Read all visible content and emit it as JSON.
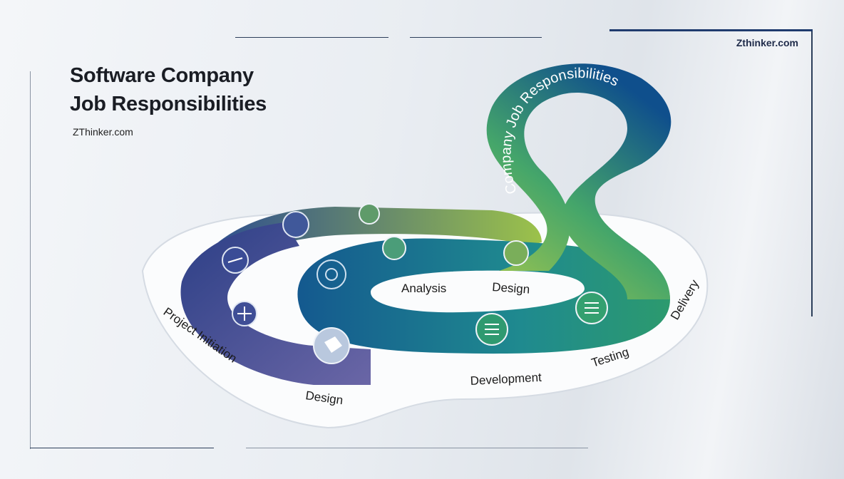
{
  "header": {
    "title_line1": "Software Company",
    "title_line2": "Job Responsibilities",
    "brand_left": "ZThinker.com",
    "brand_right": "Zthinker.com"
  },
  "diagram": {
    "arc_text": "Company Job Responsibilities",
    "stages": [
      {
        "label": "Project Initiation"
      },
      {
        "label": "Design"
      },
      {
        "label": "Analysis"
      },
      {
        "label": "Design"
      },
      {
        "label": "Development"
      },
      {
        "label": "Testing"
      },
      {
        "label": "Delivery"
      }
    ],
    "colors": {
      "navy": "#2c3f86",
      "purple": "#5e5ea0",
      "teal": "#1f7a9a",
      "green": "#4aa86a",
      "lime": "#9cc24a",
      "blue": "#0f4f8c"
    }
  }
}
